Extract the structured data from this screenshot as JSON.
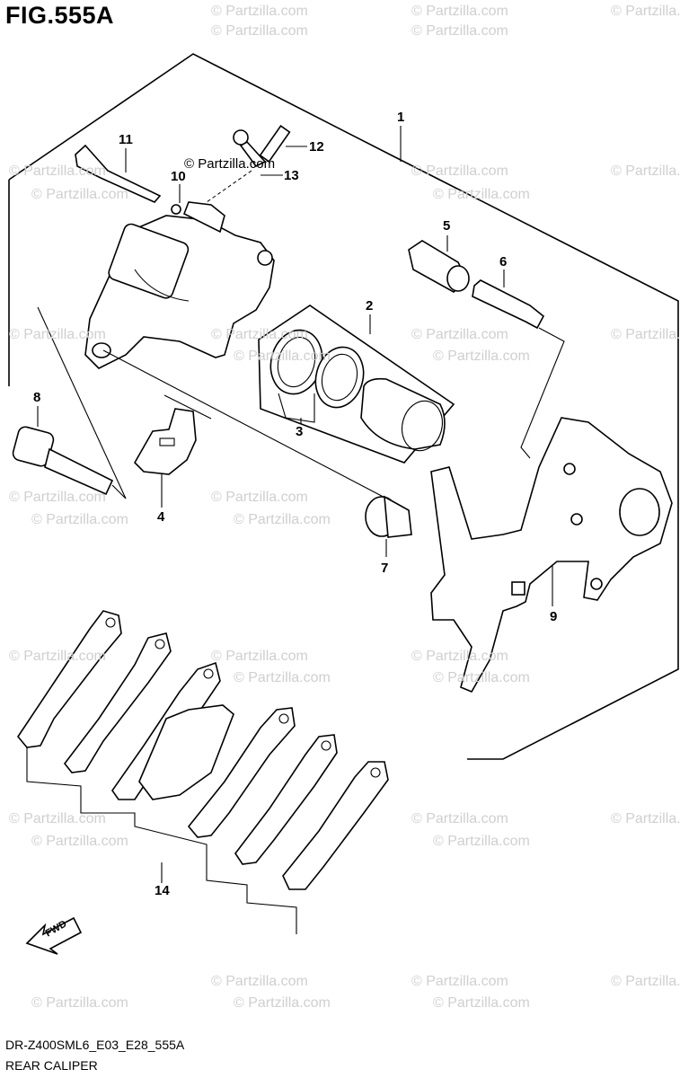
{
  "figure": {
    "title": "FIG.555A",
    "model_code": "DR-Z400SML6_E03_E28_555A",
    "part_group": "REAR CALIPER",
    "fwd_label": "FWD",
    "overlay_watermark": "© Partzilla.com"
  },
  "callouts": [
    "1",
    "2",
    "3",
    "4",
    "5",
    "6",
    "7",
    "8",
    "9",
    "10",
    "11",
    "12",
    "13",
    "14"
  ],
  "watermark": {
    "text": "© Partzilla.com"
  }
}
